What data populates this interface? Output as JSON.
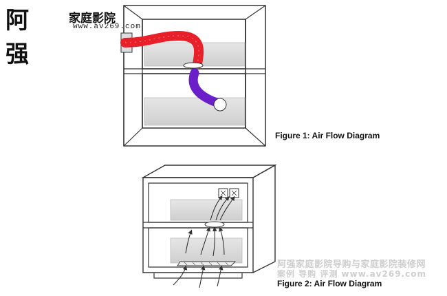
{
  "logo": {
    "main": "阿强",
    "sub": "家庭影院",
    "url": "www.av269.com"
  },
  "figures": [
    {
      "caption": "Figure 1: Air Flow Diagram"
    },
    {
      "caption": "Figure 2: Air Flow Diagram"
    }
  ],
  "watermark": {
    "line1": "阿强家庭影院导购与家庭影院装修网",
    "line2": "案例 导购 评测 www.av269.com"
  },
  "colors": {
    "hot_air": "#e8202a",
    "cool_air": "#6a1fc8",
    "equipment": "#d9d9d9",
    "outline": "#333333"
  }
}
